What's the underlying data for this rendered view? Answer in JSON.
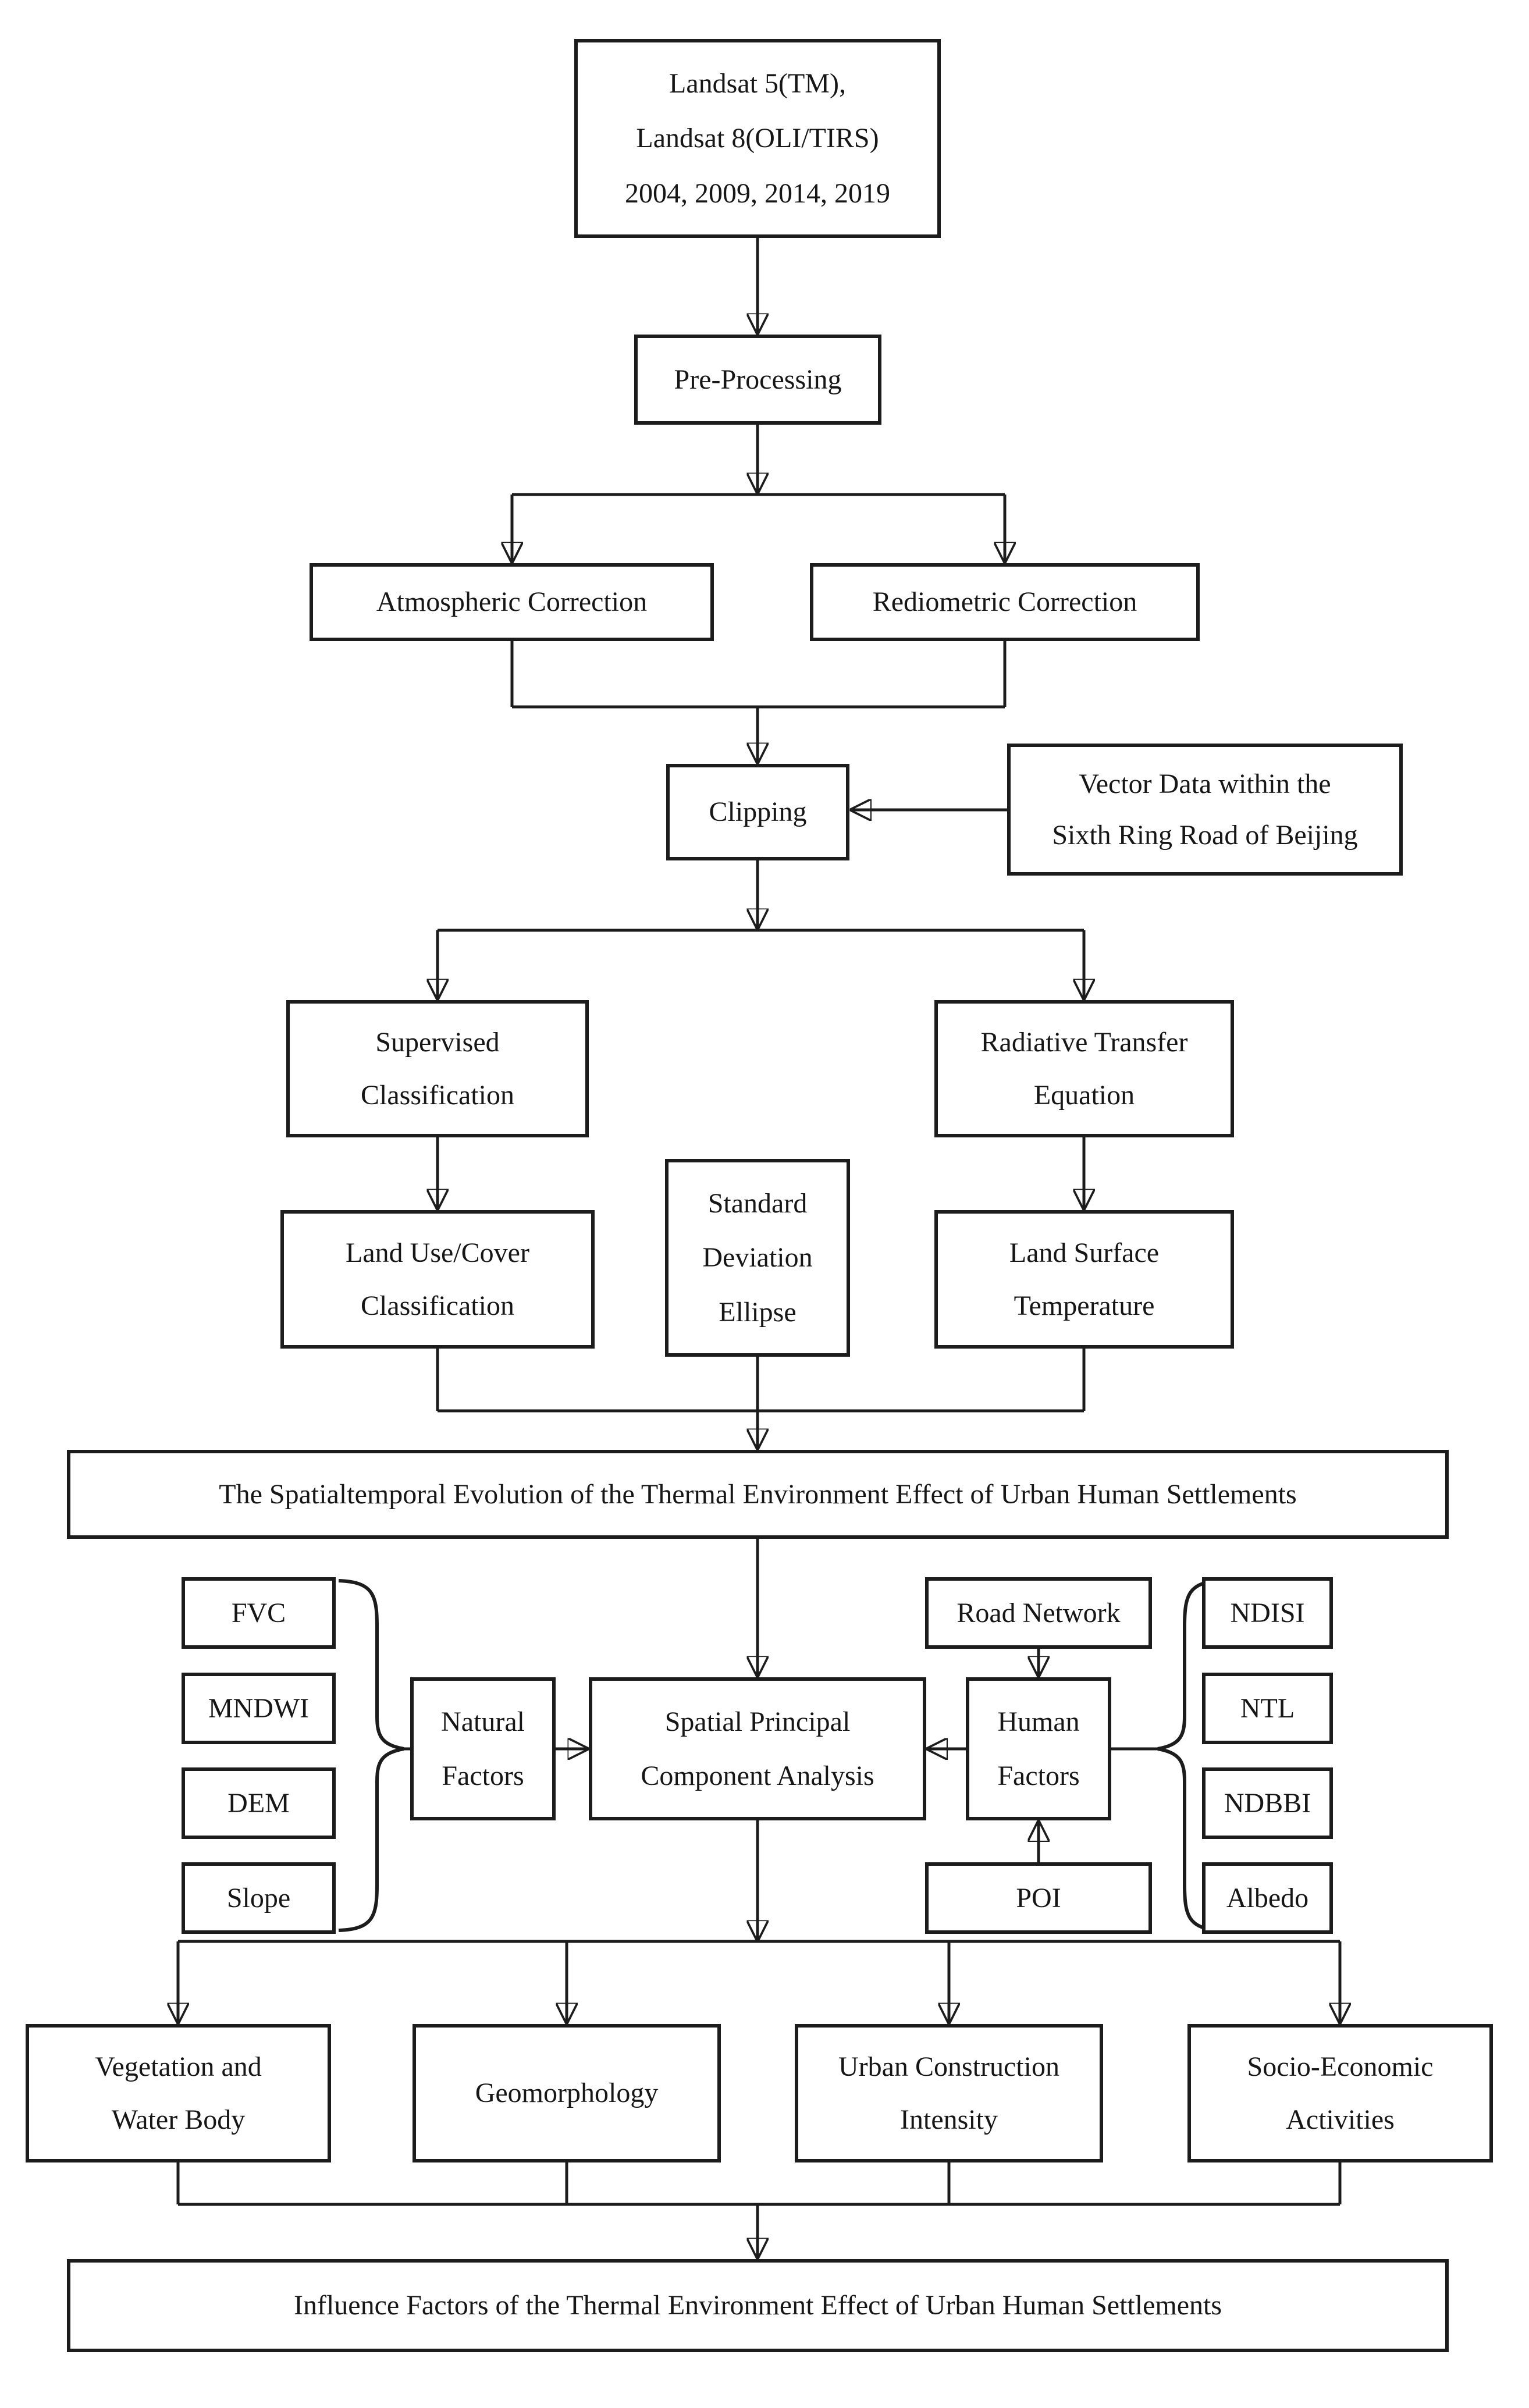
{
  "nodes": {
    "landsat": {
      "lines": [
        "Landsat 5(TM),",
        "Landsat 8(OLI/TIRS)",
        "2004, 2009, 2014, 2019"
      ]
    },
    "preprocessing": {
      "label": "Pre-Processing"
    },
    "atmospheric": {
      "label": "Atmospheric Correction"
    },
    "radiometric": {
      "label": "Rediometric Correction"
    },
    "clipping": {
      "label": "Clipping"
    },
    "vector": {
      "lines": [
        "Vector Data within the",
        "Sixth Ring Road of Beijing"
      ]
    },
    "supervised": {
      "lines": [
        "Supervised",
        "Classification"
      ]
    },
    "radiative": {
      "lines": [
        "Radiative Transfer",
        "Equation"
      ]
    },
    "landuse": {
      "lines": [
        "Land Use/Cover",
        "Classification"
      ]
    },
    "sde": {
      "lines": [
        "Standard",
        "Deviation",
        "Ellipse"
      ]
    },
    "lst": {
      "lines": [
        "Land Surface",
        "Temperature"
      ]
    },
    "evolution": {
      "label": "The Spatialtemporal Evolution of the Thermal Environment Effect of Urban Human Settlements"
    },
    "fvc": {
      "label": "FVC"
    },
    "mndwi": {
      "label": "MNDWI"
    },
    "dem": {
      "label": "DEM"
    },
    "slope": {
      "label": "Slope"
    },
    "natural": {
      "lines": [
        "Natural",
        "Factors"
      ]
    },
    "spca": {
      "lines": [
        "Spatial Principal",
        "Component Analysis"
      ]
    },
    "human": {
      "lines": [
        "Human",
        "Factors"
      ]
    },
    "road": {
      "label": "Road Network"
    },
    "poi": {
      "label": "POI"
    },
    "ndisi": {
      "label": "NDISI"
    },
    "ntl": {
      "label": "NTL"
    },
    "ndbbi": {
      "label": "NDBBI"
    },
    "albedo": {
      "label": "Albedo"
    },
    "vegetation": {
      "lines": [
        "Vegetation and",
        "Water Body"
      ]
    },
    "geomorphology": {
      "label": "Geomorphology"
    },
    "urban": {
      "lines": [
        "Urban Construction",
        "Intensity"
      ]
    },
    "socio": {
      "lines": [
        "Socio-Economic",
        "Activities"
      ]
    },
    "influence": {
      "label": "Influence Factors of the Thermal Environment Effect of Urban Human Settlements"
    }
  },
  "colors": {
    "line": "#1c1c1c",
    "box_background": "#ffffff",
    "page_background": "#ffffff",
    "text": "#161616"
  }
}
